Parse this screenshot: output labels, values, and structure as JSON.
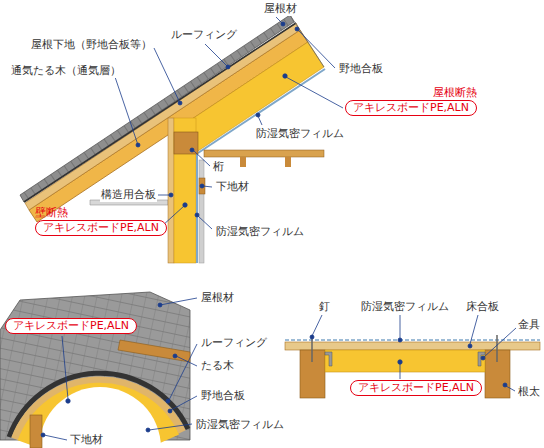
{
  "diagram": {
    "nodes": [
      {
        "text": [
          "屋根断熱",
          "アキレスボードPE,ALN"
        ]
      },
      {
        "text": [
          "壁断熱",
          "アキレスボードPE,ALN"
        ]
      },
      {
        "text": [
          "アキレスボードPE,ALN"
        ]
      },
      {
        "text": [
          "アキレスボードPE,ALN"
        ]
      }
    ],
    "labels": [
      "屋根材",
      "ルーフィング",
      "屋根下地（野地合板等）",
      "通気たる木（通気層）",
      "野地合板",
      "防湿気密フィルム",
      "桁",
      "下地材",
      "構造用合板",
      "防湿気密フィルム",
      "屋根材",
      "ルーフィング",
      "たる木",
      "野地合板",
      "防湿気密フィルム",
      "下地材",
      "釘",
      "防湿気密フィルム",
      "床合板",
      "金具",
      "根太"
    ]
  }
}
